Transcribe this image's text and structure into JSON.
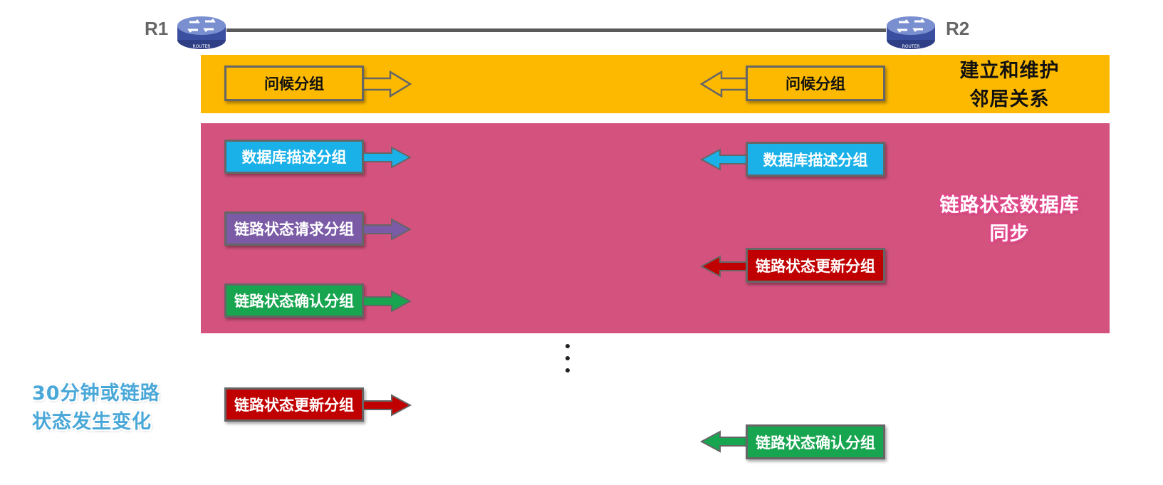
{
  "routers": {
    "r1": {
      "label": "R1",
      "icon": "router-icon",
      "caption": "ROUTER"
    },
    "r2": {
      "label": "R2",
      "icon": "router-icon",
      "caption": "ROUTER"
    }
  },
  "bands": {
    "neighbor": {
      "label_line1": "建立和维护",
      "label_line2": "邻居关系",
      "color": "#fcb900"
    },
    "lsdb_sync": {
      "label_line1": "链路状态数据库",
      "label_line2": "同步",
      "color": "#d4537e"
    }
  },
  "packets": {
    "hello_r1": {
      "text": "问候分组",
      "fill": "#fcb900",
      "text_color": "#111111",
      "direction": "right"
    },
    "hello_r2": {
      "text": "问候分组",
      "fill": "#fcb900",
      "text_color": "#111111",
      "direction": "left"
    },
    "dbd_r1": {
      "text": "数据库描述分组",
      "fill": "#1ab0e8",
      "text_color": "#ffffff",
      "direction": "right"
    },
    "dbd_r2": {
      "text": "数据库描述分组",
      "fill": "#1ab0e8",
      "text_color": "#ffffff",
      "direction": "left"
    },
    "lsr_r1": {
      "text": "链路状态请求分组",
      "fill": "#7b5aa6",
      "text_color": "#ffffff",
      "direction": "right"
    },
    "lsu_r2": {
      "text": "链路状态更新分组",
      "fill": "#c00000",
      "text_color": "#ffffff",
      "direction": "left"
    },
    "lsack_r1": {
      "text": "链路状态确认分组",
      "fill": "#18a550",
      "text_color": "#ffffff",
      "direction": "right"
    },
    "lsu_r1_later": {
      "text": "链路状态更新分组",
      "fill": "#c00000",
      "text_color": "#ffffff",
      "direction": "right"
    },
    "lsack_r2_later": {
      "text": "链路状态确认分组",
      "fill": "#18a550",
      "text_color": "#ffffff",
      "direction": "left"
    }
  },
  "event": {
    "line1": "30分钟或链路",
    "line2": "状态发生变化"
  },
  "colors": {
    "link": "#5a5a5a",
    "border": "#666666",
    "event_text": "#4aa8d8"
  }
}
